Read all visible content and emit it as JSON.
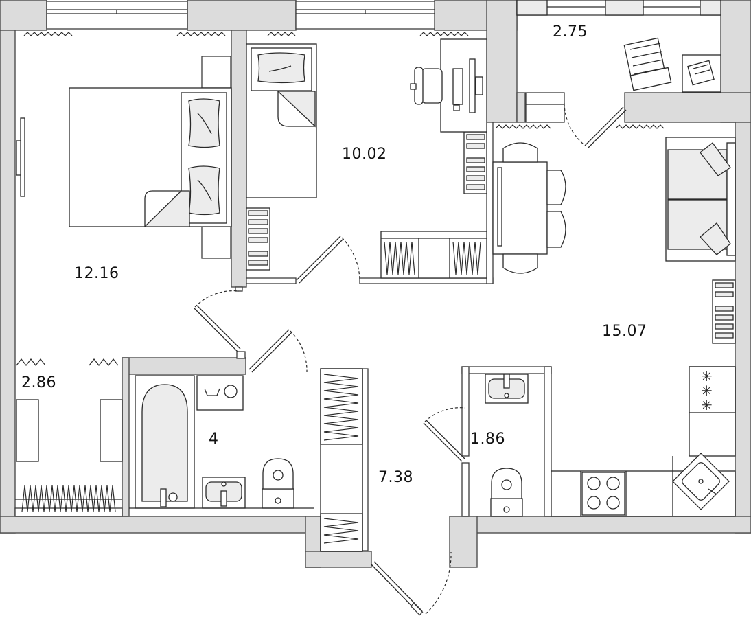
{
  "rooms": [
    {
      "id": "bedroom",
      "area": "12.16"
    },
    {
      "id": "study",
      "area": "10.02"
    },
    {
      "id": "balcony",
      "area": "2.75"
    },
    {
      "id": "living-kitchen",
      "area": "15.07"
    },
    {
      "id": "wardrobe",
      "area": "2.86"
    },
    {
      "id": "bathroom",
      "area": "4"
    },
    {
      "id": "hallway",
      "area": "7.38"
    },
    {
      "id": "toilet",
      "area": "1.86"
    }
  ],
  "icons": [
    "bed-icon",
    "desk-icon",
    "chair-icon",
    "dining-table-icon",
    "sofa-icon",
    "bathtub-icon",
    "washbasin-icon",
    "toilet-icon",
    "washing-machine-icon",
    "stove-icon",
    "kitchen-sink-icon",
    "shelf-icon",
    "radiator-icon",
    "door-icon",
    "window-icon",
    "balcony-chair-icon",
    "balcony-table-icon"
  ],
  "colors": {
    "wall_fill": "#dcdcdc",
    "wall_stroke": "#4d4d4d",
    "line": "#2a2a2a",
    "background": "#ffffff"
  }
}
